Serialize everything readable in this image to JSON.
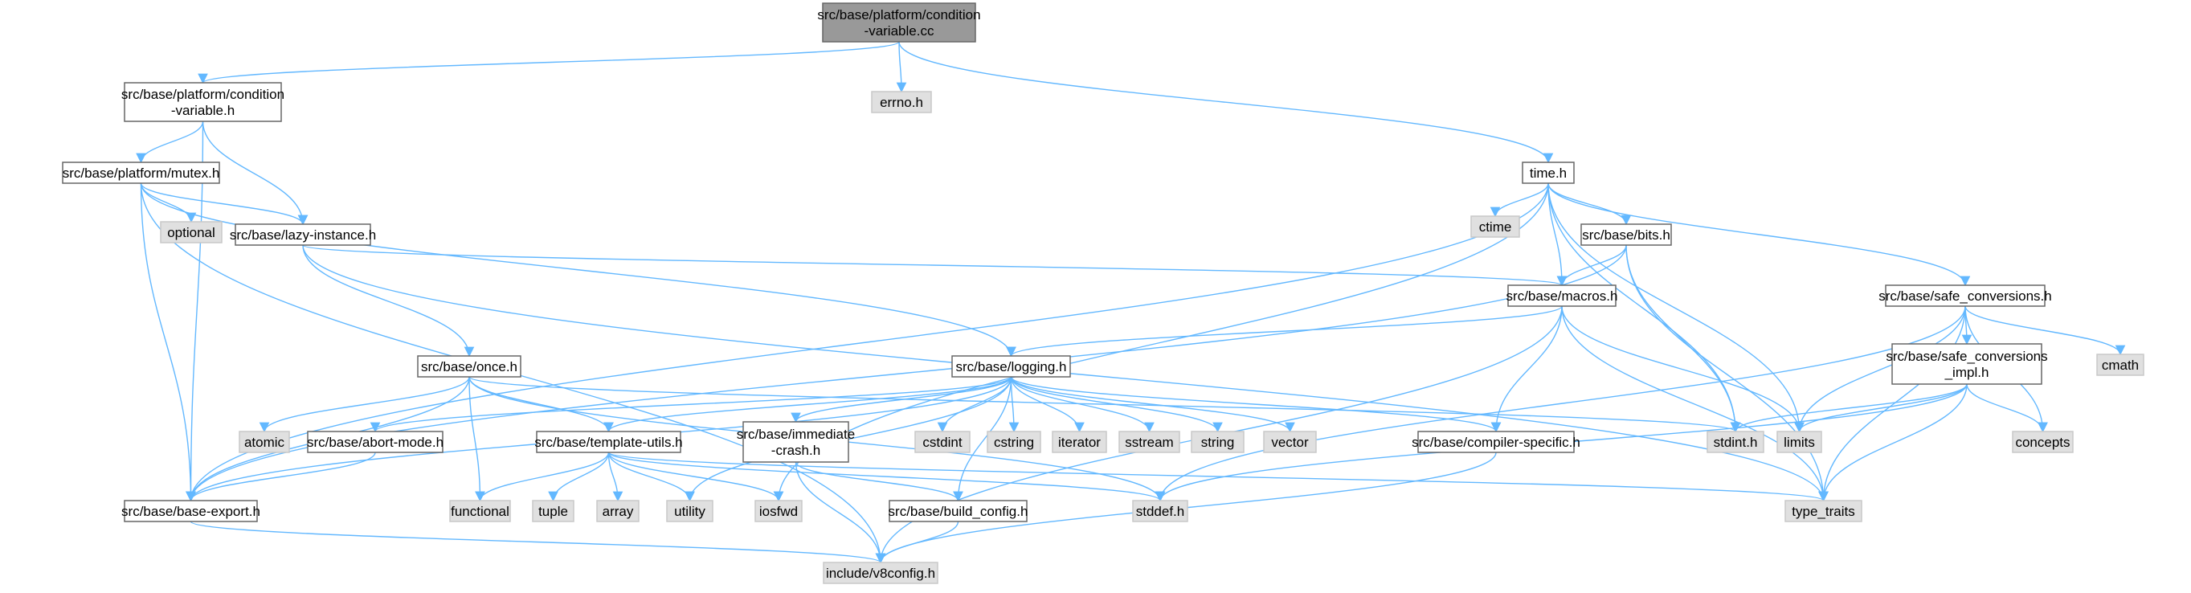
{
  "colors": {
    "edge": "#63b8ff",
    "root_fill": "#999999",
    "file_fill": "#ffffff",
    "system_fill": "#e0e0e0",
    "border": "#666666"
  },
  "nodes": [
    {
      "id": "cv_cc",
      "kind": "root",
      "lines": [
        "src/base/platform/condition",
        "-variable.cc"
      ]
    },
    {
      "id": "cv_h",
      "kind": "file",
      "lines": [
        "src/base/platform/condition",
        "-variable.h"
      ]
    },
    {
      "id": "errno",
      "kind": "system",
      "lines": [
        "errno.h"
      ]
    },
    {
      "id": "time",
      "kind": "file",
      "lines": [
        "time.h"
      ]
    },
    {
      "id": "mutex",
      "kind": "file",
      "lines": [
        "src/base/platform/mutex.h"
      ]
    },
    {
      "id": "optional",
      "kind": "system",
      "lines": [
        "optional"
      ]
    },
    {
      "id": "lazy",
      "kind": "file",
      "lines": [
        "src/base/lazy-instance.h"
      ]
    },
    {
      "id": "ctime",
      "kind": "system",
      "lines": [
        "ctime"
      ]
    },
    {
      "id": "bits",
      "kind": "file",
      "lines": [
        "src/base/bits.h"
      ]
    },
    {
      "id": "macros",
      "kind": "file",
      "lines": [
        "src/base/macros.h"
      ]
    },
    {
      "id": "safe",
      "kind": "file",
      "lines": [
        "src/base/safe_conversions.h"
      ]
    },
    {
      "id": "safe_impl",
      "kind": "file",
      "lines": [
        "src/base/safe_conversions",
        "_impl.h"
      ]
    },
    {
      "id": "cmath",
      "kind": "system",
      "lines": [
        "cmath"
      ]
    },
    {
      "id": "once",
      "kind": "file",
      "lines": [
        "src/base/once.h"
      ]
    },
    {
      "id": "logging",
      "kind": "file",
      "lines": [
        "src/base/logging.h"
      ]
    },
    {
      "id": "atomic",
      "kind": "system",
      "lines": [
        "atomic"
      ]
    },
    {
      "id": "abort",
      "kind": "file",
      "lines": [
        "src/base/abort-mode.h"
      ]
    },
    {
      "id": "tutils",
      "kind": "file",
      "lines": [
        "src/base/template-utils.h"
      ]
    },
    {
      "id": "immediate",
      "kind": "file",
      "lines": [
        "src/base/immediate",
        "-crash.h"
      ]
    },
    {
      "id": "cstdint",
      "kind": "system",
      "lines": [
        "cstdint"
      ]
    },
    {
      "id": "cstring",
      "kind": "system",
      "lines": [
        "cstring"
      ]
    },
    {
      "id": "iterator",
      "kind": "system",
      "lines": [
        "iterator"
      ]
    },
    {
      "id": "sstream",
      "kind": "system",
      "lines": [
        "sstream"
      ]
    },
    {
      "id": "string",
      "kind": "system",
      "lines": [
        "string"
      ]
    },
    {
      "id": "vector",
      "kind": "system",
      "lines": [
        "vector"
      ]
    },
    {
      "id": "compiler",
      "kind": "file",
      "lines": [
        "src/base/compiler-specific.h"
      ]
    },
    {
      "id": "stdint",
      "kind": "system",
      "lines": [
        "stdint.h"
      ]
    },
    {
      "id": "limits",
      "kind": "system",
      "lines": [
        "limits"
      ]
    },
    {
      "id": "concepts",
      "kind": "system",
      "lines": [
        "concepts"
      ]
    },
    {
      "id": "bexport",
      "kind": "file",
      "lines": [
        "src/base/base-export.h"
      ]
    },
    {
      "id": "functional",
      "kind": "system",
      "lines": [
        "functional"
      ]
    },
    {
      "id": "tuple",
      "kind": "system",
      "lines": [
        "tuple"
      ]
    },
    {
      "id": "array",
      "kind": "system",
      "lines": [
        "array"
      ]
    },
    {
      "id": "utility",
      "kind": "system",
      "lines": [
        "utility"
      ]
    },
    {
      "id": "iosfwd",
      "kind": "system",
      "lines": [
        "iosfwd"
      ]
    },
    {
      "id": "bconfig",
      "kind": "file",
      "lines": [
        "src/base/build_config.h"
      ]
    },
    {
      "id": "stddef",
      "kind": "system",
      "lines": [
        "stddef.h"
      ]
    },
    {
      "id": "typetraits",
      "kind": "system",
      "lines": [
        "type_traits"
      ]
    },
    {
      "id": "v8config",
      "kind": "system",
      "lines": [
        "include/v8config.h"
      ]
    }
  ],
  "edges": [
    [
      "cv_cc",
      "cv_h"
    ],
    [
      "cv_cc",
      "errno"
    ],
    [
      "cv_cc",
      "time"
    ],
    [
      "cv_h",
      "mutex"
    ],
    [
      "cv_h",
      "lazy"
    ],
    [
      "cv_h",
      "bexport"
    ],
    [
      "mutex",
      "optional"
    ],
    [
      "mutex",
      "lazy"
    ],
    [
      "mutex",
      "logging"
    ],
    [
      "mutex",
      "bexport"
    ],
    [
      "mutex",
      "v8config"
    ],
    [
      "lazy",
      "once"
    ],
    [
      "lazy",
      "macros"
    ],
    [
      "lazy",
      "typetraits"
    ],
    [
      "time",
      "ctime"
    ],
    [
      "time",
      "bits"
    ],
    [
      "time",
      "macros"
    ],
    [
      "time",
      "safe"
    ],
    [
      "time",
      "bexport"
    ],
    [
      "time",
      "stdint"
    ],
    [
      "time",
      "limits"
    ],
    [
      "time",
      "iosfwd"
    ],
    [
      "bits",
      "macros"
    ],
    [
      "bits",
      "stdint"
    ],
    [
      "bits",
      "typetraits"
    ],
    [
      "bits",
      "bexport"
    ],
    [
      "macros",
      "logging"
    ],
    [
      "macros",
      "compiler"
    ],
    [
      "macros",
      "limits"
    ],
    [
      "macros",
      "typetraits"
    ],
    [
      "macros",
      "v8config"
    ],
    [
      "safe",
      "safe_impl"
    ],
    [
      "safe",
      "cmath"
    ],
    [
      "safe",
      "concepts"
    ],
    [
      "safe",
      "limits"
    ],
    [
      "safe",
      "typetraits"
    ],
    [
      "safe",
      "stddef"
    ],
    [
      "safe_impl",
      "stdint"
    ],
    [
      "safe_impl",
      "limits"
    ],
    [
      "safe_impl",
      "concepts"
    ],
    [
      "safe_impl",
      "typetraits"
    ],
    [
      "safe_impl",
      "stddef"
    ],
    [
      "once",
      "atomic"
    ],
    [
      "once",
      "functional"
    ],
    [
      "once",
      "tutils"
    ],
    [
      "once",
      "bexport"
    ],
    [
      "once",
      "stdint"
    ],
    [
      "once",
      "stddef"
    ],
    [
      "logging",
      "abort"
    ],
    [
      "logging",
      "tutils"
    ],
    [
      "logging",
      "immediate"
    ],
    [
      "logging",
      "cstdint"
    ],
    [
      "logging",
      "cstring"
    ],
    [
      "logging",
      "iterator"
    ],
    [
      "logging",
      "sstream"
    ],
    [
      "logging",
      "string"
    ],
    [
      "logging",
      "vector"
    ],
    [
      "logging",
      "compiler"
    ],
    [
      "logging",
      "bconfig"
    ],
    [
      "logging",
      "bexport"
    ],
    [
      "logging",
      "utility"
    ],
    [
      "abort",
      "bexport"
    ],
    [
      "tutils",
      "functional"
    ],
    [
      "tutils",
      "tuple"
    ],
    [
      "tutils",
      "array"
    ],
    [
      "tutils",
      "utility"
    ],
    [
      "tutils",
      "iosfwd"
    ],
    [
      "tutils",
      "stddef"
    ],
    [
      "tutils",
      "typetraits"
    ],
    [
      "immediate",
      "bconfig"
    ],
    [
      "immediate",
      "v8config"
    ],
    [
      "compiler",
      "v8config"
    ],
    [
      "bexport",
      "v8config"
    ],
    [
      "bconfig",
      "v8config"
    ]
  ]
}
